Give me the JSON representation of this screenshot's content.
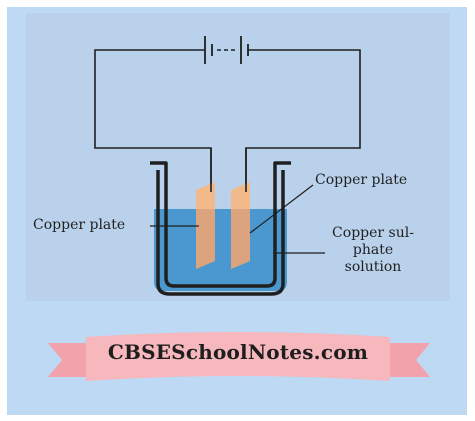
{
  "diagram": {
    "labels": {
      "copper_plate_left": "Copper plate",
      "copper_plate_right": "Copper plate",
      "solution": "Copper sul-\nphate\nsolution"
    },
    "watermark": "CBSESchoolNotes.com",
    "colors": {
      "background": "#bdd9f3",
      "panel": "#b9d1ea",
      "solution": "#4a98cf",
      "plate": "#f2b98a",
      "banner": "#f6b7bd"
    }
  }
}
